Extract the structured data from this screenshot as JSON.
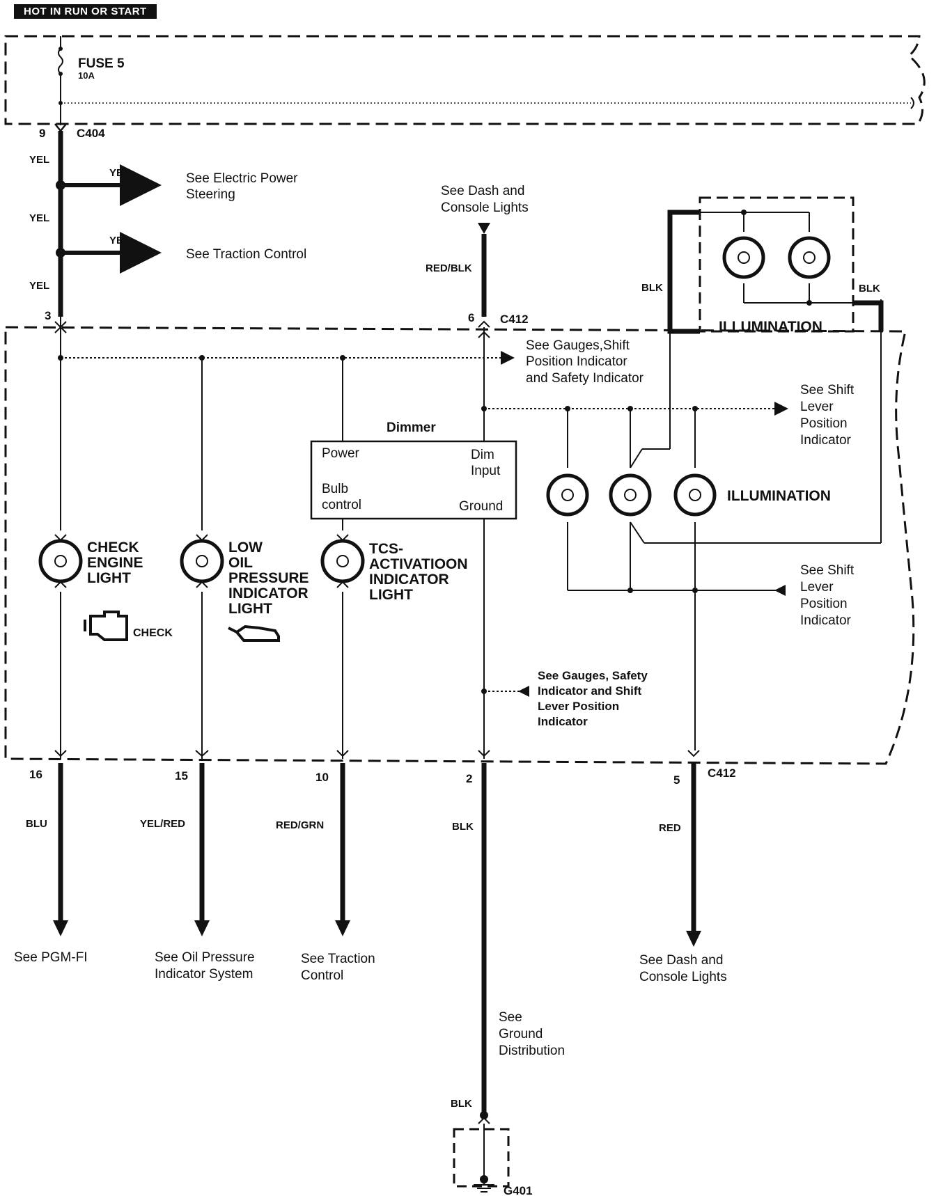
{
  "header": {
    "power_label": "HOT IN RUN OR START"
  },
  "fuse": {
    "name": "FUSE 5",
    "rating": "10A"
  },
  "connectors": {
    "c404": {
      "name": "C404",
      "pin": "9"
    },
    "c412_top": {
      "name": "C412",
      "pin": "6"
    },
    "c412_bottom": {
      "name": "C412"
    },
    "top_splice_pin": "3",
    "ground": "G401"
  },
  "wires": {
    "yel": "YEL",
    "red_blk": "RED/BLK",
    "blk": "BLK",
    "blu": "BLU",
    "yel_red": "YEL/RED",
    "red_grn": "RED/GRN",
    "red": "RED"
  },
  "refs": {
    "eps": [
      "See Electric Power",
      "Steering"
    ],
    "tcs": "See Traction Control",
    "dash_top": [
      "See Dash and",
      "Console Lights"
    ],
    "gauges_1": [
      "See Gauges,Shift",
      "Position Indicator",
      "and Safety Indicator"
    ],
    "shift_1": [
      "See Shift",
      "Lever",
      "Position",
      "Indicator"
    ],
    "shift_2": [
      "See Shift",
      "Lever",
      "Position",
      "Indicator"
    ],
    "gauges_2": [
      "See Gauges, Safety",
      "Indicator and Shift",
      "Lever Position",
      "Indicator"
    ],
    "pgmfi": "See PGM-FI",
    "oil": [
      "See Oil Pressure",
      "Indicator System"
    ],
    "traction_bottom": [
      "See Traction",
      "Control"
    ],
    "dash_bottom": [
      "See Dash and",
      "Console Lights"
    ],
    "ground_dist": [
      "See",
      "Ground",
      "Distribution"
    ]
  },
  "components": {
    "dimmer": {
      "title": "Dimmer",
      "power": "Power",
      "dim": "Dim",
      "input": "Input",
      "bulb": "Bulb",
      "control": "control",
      "ground": "Ground"
    },
    "check_engine": [
      "CHECK",
      "ENGINE",
      "LIGHT"
    ],
    "check_icon_text": "CHECK",
    "low_oil": [
      "LOW",
      "OIL",
      "PRESSURE",
      "INDICATOR",
      "LIGHT"
    ],
    "tcs_light": [
      "TCS-",
      "ACTIVATIOON",
      "INDICATOR",
      "LIGHT"
    ],
    "illumination_top": "ILLUMINATION",
    "illumination_mid": "ILLUMINATION"
  },
  "pins_bottom": {
    "p16": "16",
    "p15": "15",
    "p10": "10",
    "p2": "2",
    "p5": "5"
  }
}
